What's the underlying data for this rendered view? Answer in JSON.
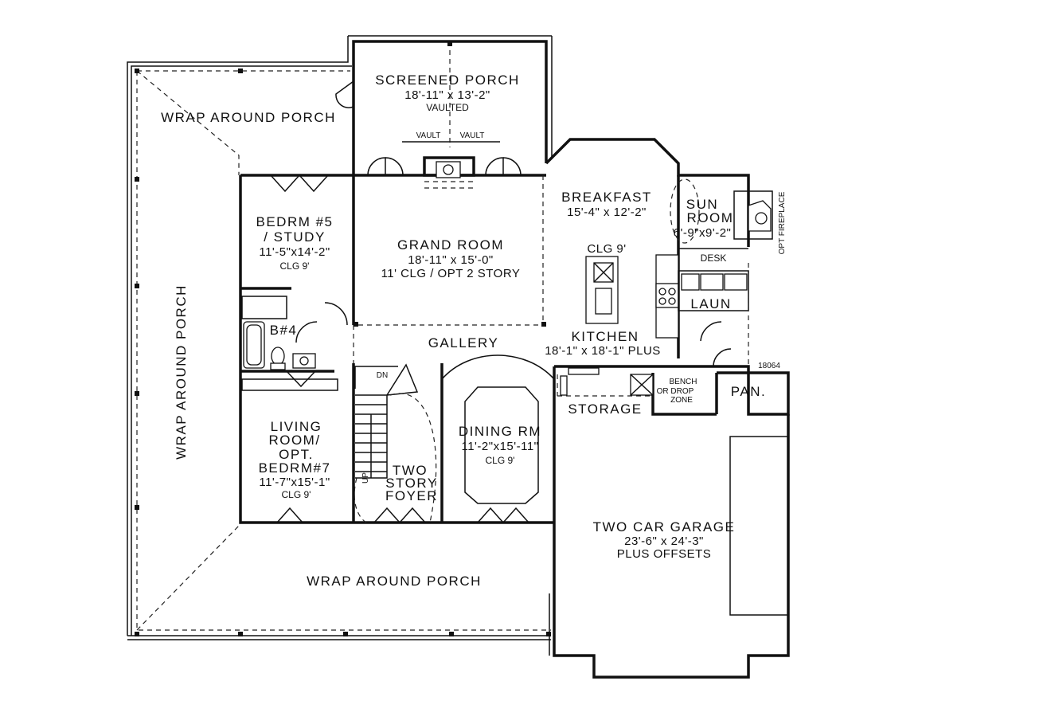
{
  "porch_wrap_upper": "WRAP AROUND PORCH",
  "porch_wrap_side": "WRAP AROUND PORCH",
  "porch_wrap_front": "WRAP AROUND PORCH",
  "screened_porch": {
    "name": "SCREENED PORCH",
    "size": "18'-11\" x 13'-2\"",
    "note": "VAULTED"
  },
  "vault_left": "VAULT",
  "vault_right": "VAULT",
  "grand_room": {
    "name": "GRAND ROOM",
    "size": "18'-11\" x 15'-0\"",
    "note": "11' CLG / OPT 2 STORY"
  },
  "bedroom5": {
    "name": "BEDRM #5",
    "name2": "/ STUDY",
    "size": "11'-5\"x14'-2\"",
    "ceiling": "CLG 9'"
  },
  "bath4": "B#4",
  "living_room": {
    "line1": "LIVING",
    "line2": "ROOM/",
    "line3": "OPT.",
    "line4": "BEDRM#7",
    "size": "11'-7\"x15'-1\"",
    "ceiling": "CLG 9'"
  },
  "gallery": "GALLERY",
  "stair_down": "DN",
  "stair_up": "UP",
  "foyer": {
    "line1": "TWO",
    "line2": "STORY",
    "line3": "FOYER"
  },
  "dining": {
    "name": "DINING RM",
    "size": "11'-2\"x15'-11\"",
    "ceiling": "CLG 9'"
  },
  "breakfast": {
    "name": "BREAKFAST",
    "size": "15'-4\" x 12'-2\""
  },
  "kitchen_clg": "CLG 9'",
  "kitchen": {
    "name": "KITCHEN",
    "size": "18'-1\" x 18'-1\" PLUS"
  },
  "sun_room": {
    "line1": "SUN",
    "line2": "ROOM",
    "size": "6'-9\"x9'-2\""
  },
  "desk": "DESK",
  "fireplace_opt": "OPT FIREPLACE",
  "laundry": "LAUN",
  "plan_number": "18064",
  "bench": {
    "line1": "BENCH",
    "line2": "OR DROP",
    "line3": "ZONE"
  },
  "pantry": "PAN.",
  "storage": "STORAGE",
  "garage": {
    "name": "TWO CAR GARAGE",
    "size": "23'-6\" x 24'-3\"",
    "note": "PLUS OFFSETS"
  }
}
